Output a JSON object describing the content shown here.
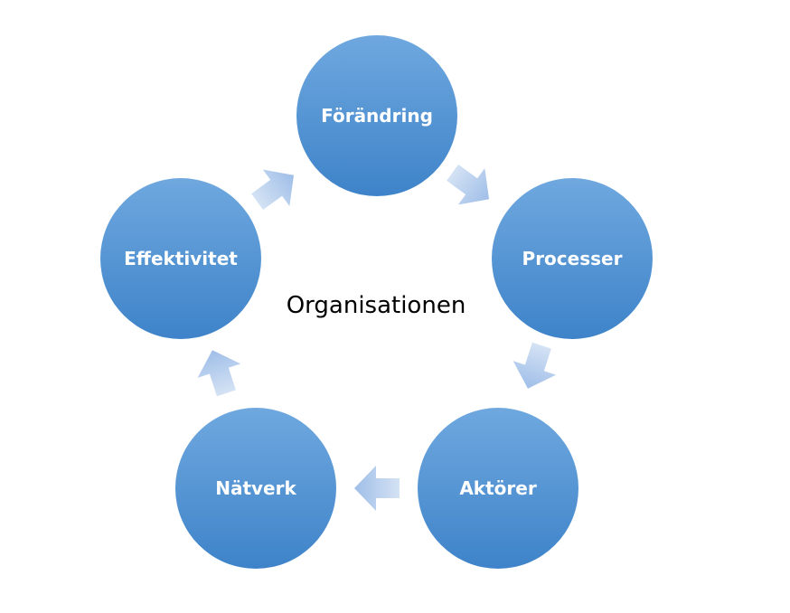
{
  "diagram": {
    "center_label": "Organisationen",
    "nodes": [
      {
        "label": "Förändring"
      },
      {
        "label": "Processer"
      },
      {
        "label": "Aktörer"
      },
      {
        "label": "Nätverk"
      },
      {
        "label": "Effektivitet"
      }
    ],
    "colors": {
      "node_light": "#6fa8df",
      "node_dark": "#3e83c9",
      "arrow_light": "#d4e2f4",
      "arrow_dark": "#9fbee8"
    }
  }
}
